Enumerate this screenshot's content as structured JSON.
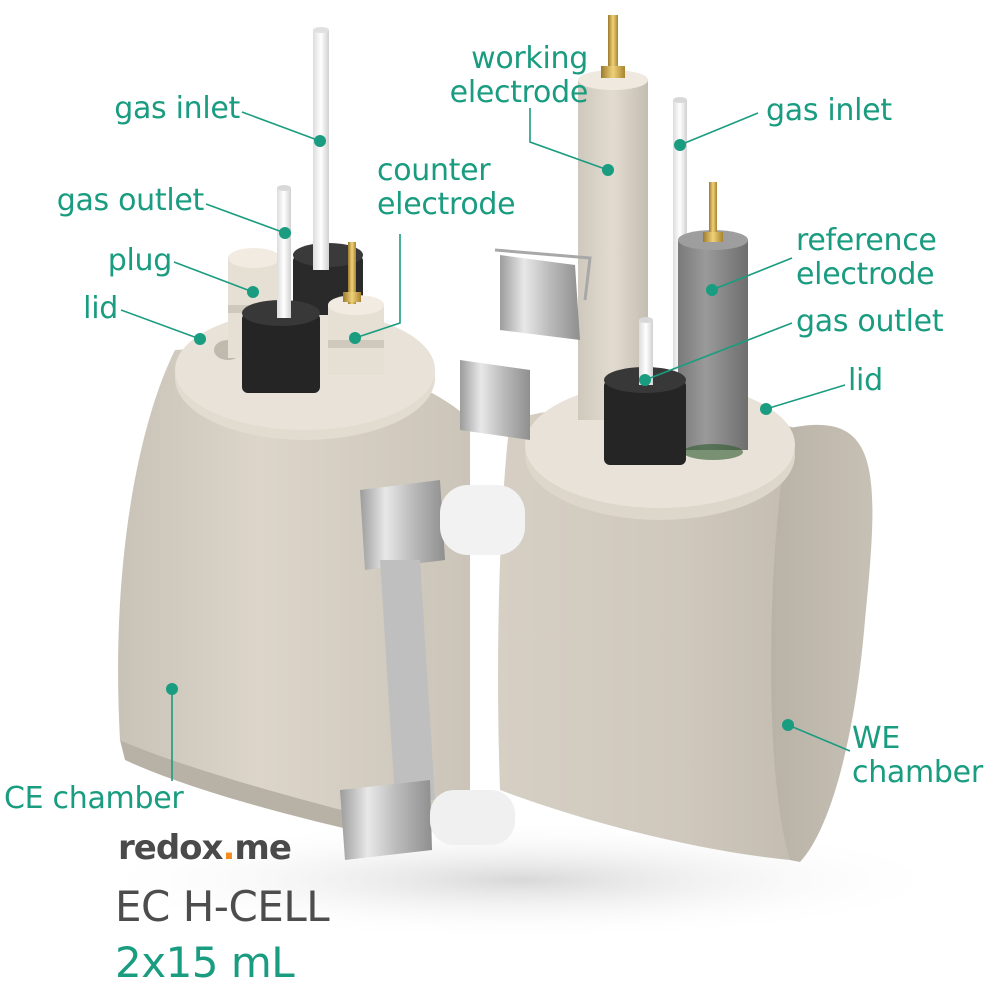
{
  "title": "EC H-CELL 2x15 mL component diagram",
  "brand": {
    "name_part1": "redox",
    "name_dot": ".",
    "name_part2": "me",
    "dot_color": "#f28c1e",
    "text_color": "#4a4a4a"
  },
  "product": {
    "name": "EC H-CELL",
    "volume": "2x15 mL"
  },
  "colors": {
    "label_accent": "#1a9c80",
    "body": "#d8d1c6",
    "body_shadow": "#bdb6ab",
    "cap_black": "#2a2a2a",
    "tube_white": "#f2f2f2",
    "gold_pin": "#c9a24a",
    "reference_gray": "#8a8a8a",
    "clamp_metal": "#c8c8c8"
  },
  "labels": {
    "ce_side": {
      "gas_inlet": "gas inlet",
      "gas_outlet": "gas outlet",
      "plug": "plug",
      "lid": "lid",
      "counter_electrode": [
        "counter",
        "electrode"
      ],
      "ce_chamber": "CE chamber"
    },
    "we_side": {
      "working_electrode": [
        "working",
        "electrode"
      ],
      "gas_inlet": "gas inlet",
      "reference_electrode": [
        "reference",
        "electrode"
      ],
      "gas_outlet": "gas outlet",
      "lid": "lid",
      "we_chamber": [
        "WE",
        "chamber"
      ]
    }
  }
}
